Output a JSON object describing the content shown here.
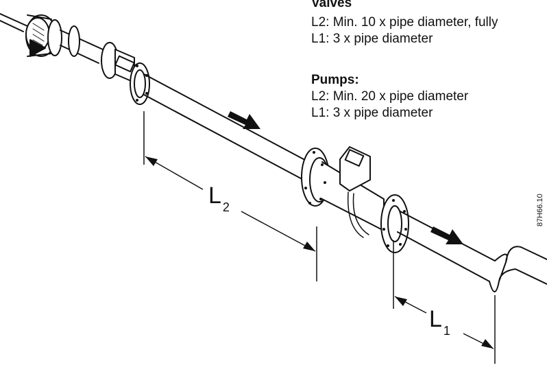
{
  "valves": {
    "heading": "Valves",
    "l2": "L2: Min. 10 x pipe diameter, fully",
    "l1": "L1: 3 x pipe diameter"
  },
  "pumps": {
    "heading": "Pumps:",
    "l2": "L2: Min. 20 x pipe diameter",
    "l1": "L1: 3 x pipe diameter"
  },
  "dimensions": {
    "l2_main": "L",
    "l2_sub": "2",
    "l1_main": "L",
    "l1_sub": "1"
  },
  "figure_code": "87H66.10"
}
